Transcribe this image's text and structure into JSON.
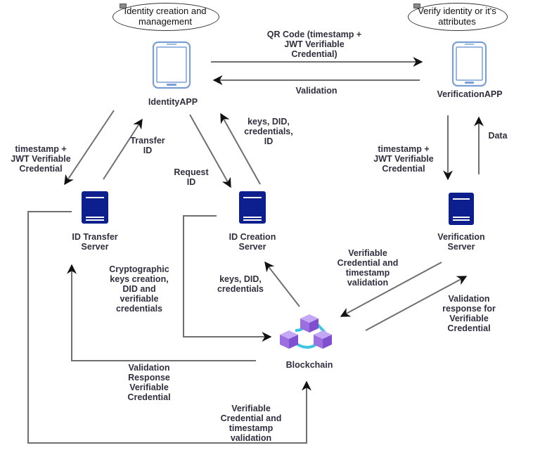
{
  "diagram": {
    "notes": {
      "identity_note": "Identity creation and management",
      "verify_note": "Verify identity or it's attributes"
    },
    "nodes": {
      "identity_app": "IdentityAPP",
      "verification_app": "VerificationAPP",
      "id_transfer_server_line1": "ID Transfer",
      "id_transfer_server_line2": "Server",
      "id_creation_server_line1": "ID Creation",
      "id_creation_server_line2": "Server",
      "verification_server_line1": "Verification",
      "verification_server_line2": "Server",
      "blockchain": "Blockchain"
    },
    "edges": {
      "qr_code": [
        "QR Code (timestamp +",
        "JWT Verifiable",
        "Credential)"
      ],
      "validation_top": [
        "Validation"
      ],
      "ts_jwt_left": [
        "timestamp +",
        "JWT Verifiable",
        "Credential"
      ],
      "transfer_id": [
        "Transfer",
        "ID"
      ],
      "request_id": [
        "Request",
        "ID"
      ],
      "keys_did_cred_id": [
        "keys, DID,",
        "credentials,",
        "ID"
      ],
      "ts_jwt_right": [
        "timestamp +",
        "JWT Verifiable",
        "Credential"
      ],
      "data": [
        "Data"
      ],
      "crypto_keys": [
        "Cryptographic",
        "keys creation,",
        "DID and",
        "verifiable",
        "credentials"
      ],
      "keys_did_cred": [
        "keys, DID,",
        "credentials"
      ],
      "vc_ts_validation_right": [
        "Verifiable",
        "Credential and",
        "timestamp",
        "validation"
      ],
      "validation_response_right": [
        "Validation",
        "response for",
        "Verifiable",
        "Credential"
      ],
      "validation_response_left": [
        "Validation",
        "Response",
        "Verifiable",
        "Credential"
      ],
      "vc_ts_validation_bottom": [
        "Verifiable",
        "Credential and",
        "timestamp",
        "validation"
      ]
    },
    "colors": {
      "server": "#0d1f8c",
      "phone": "#7a9fd6",
      "blockchain_cube": "#9b6fe0",
      "blockchain_link": "#3fc3e0",
      "arrow": "#777777"
    }
  }
}
